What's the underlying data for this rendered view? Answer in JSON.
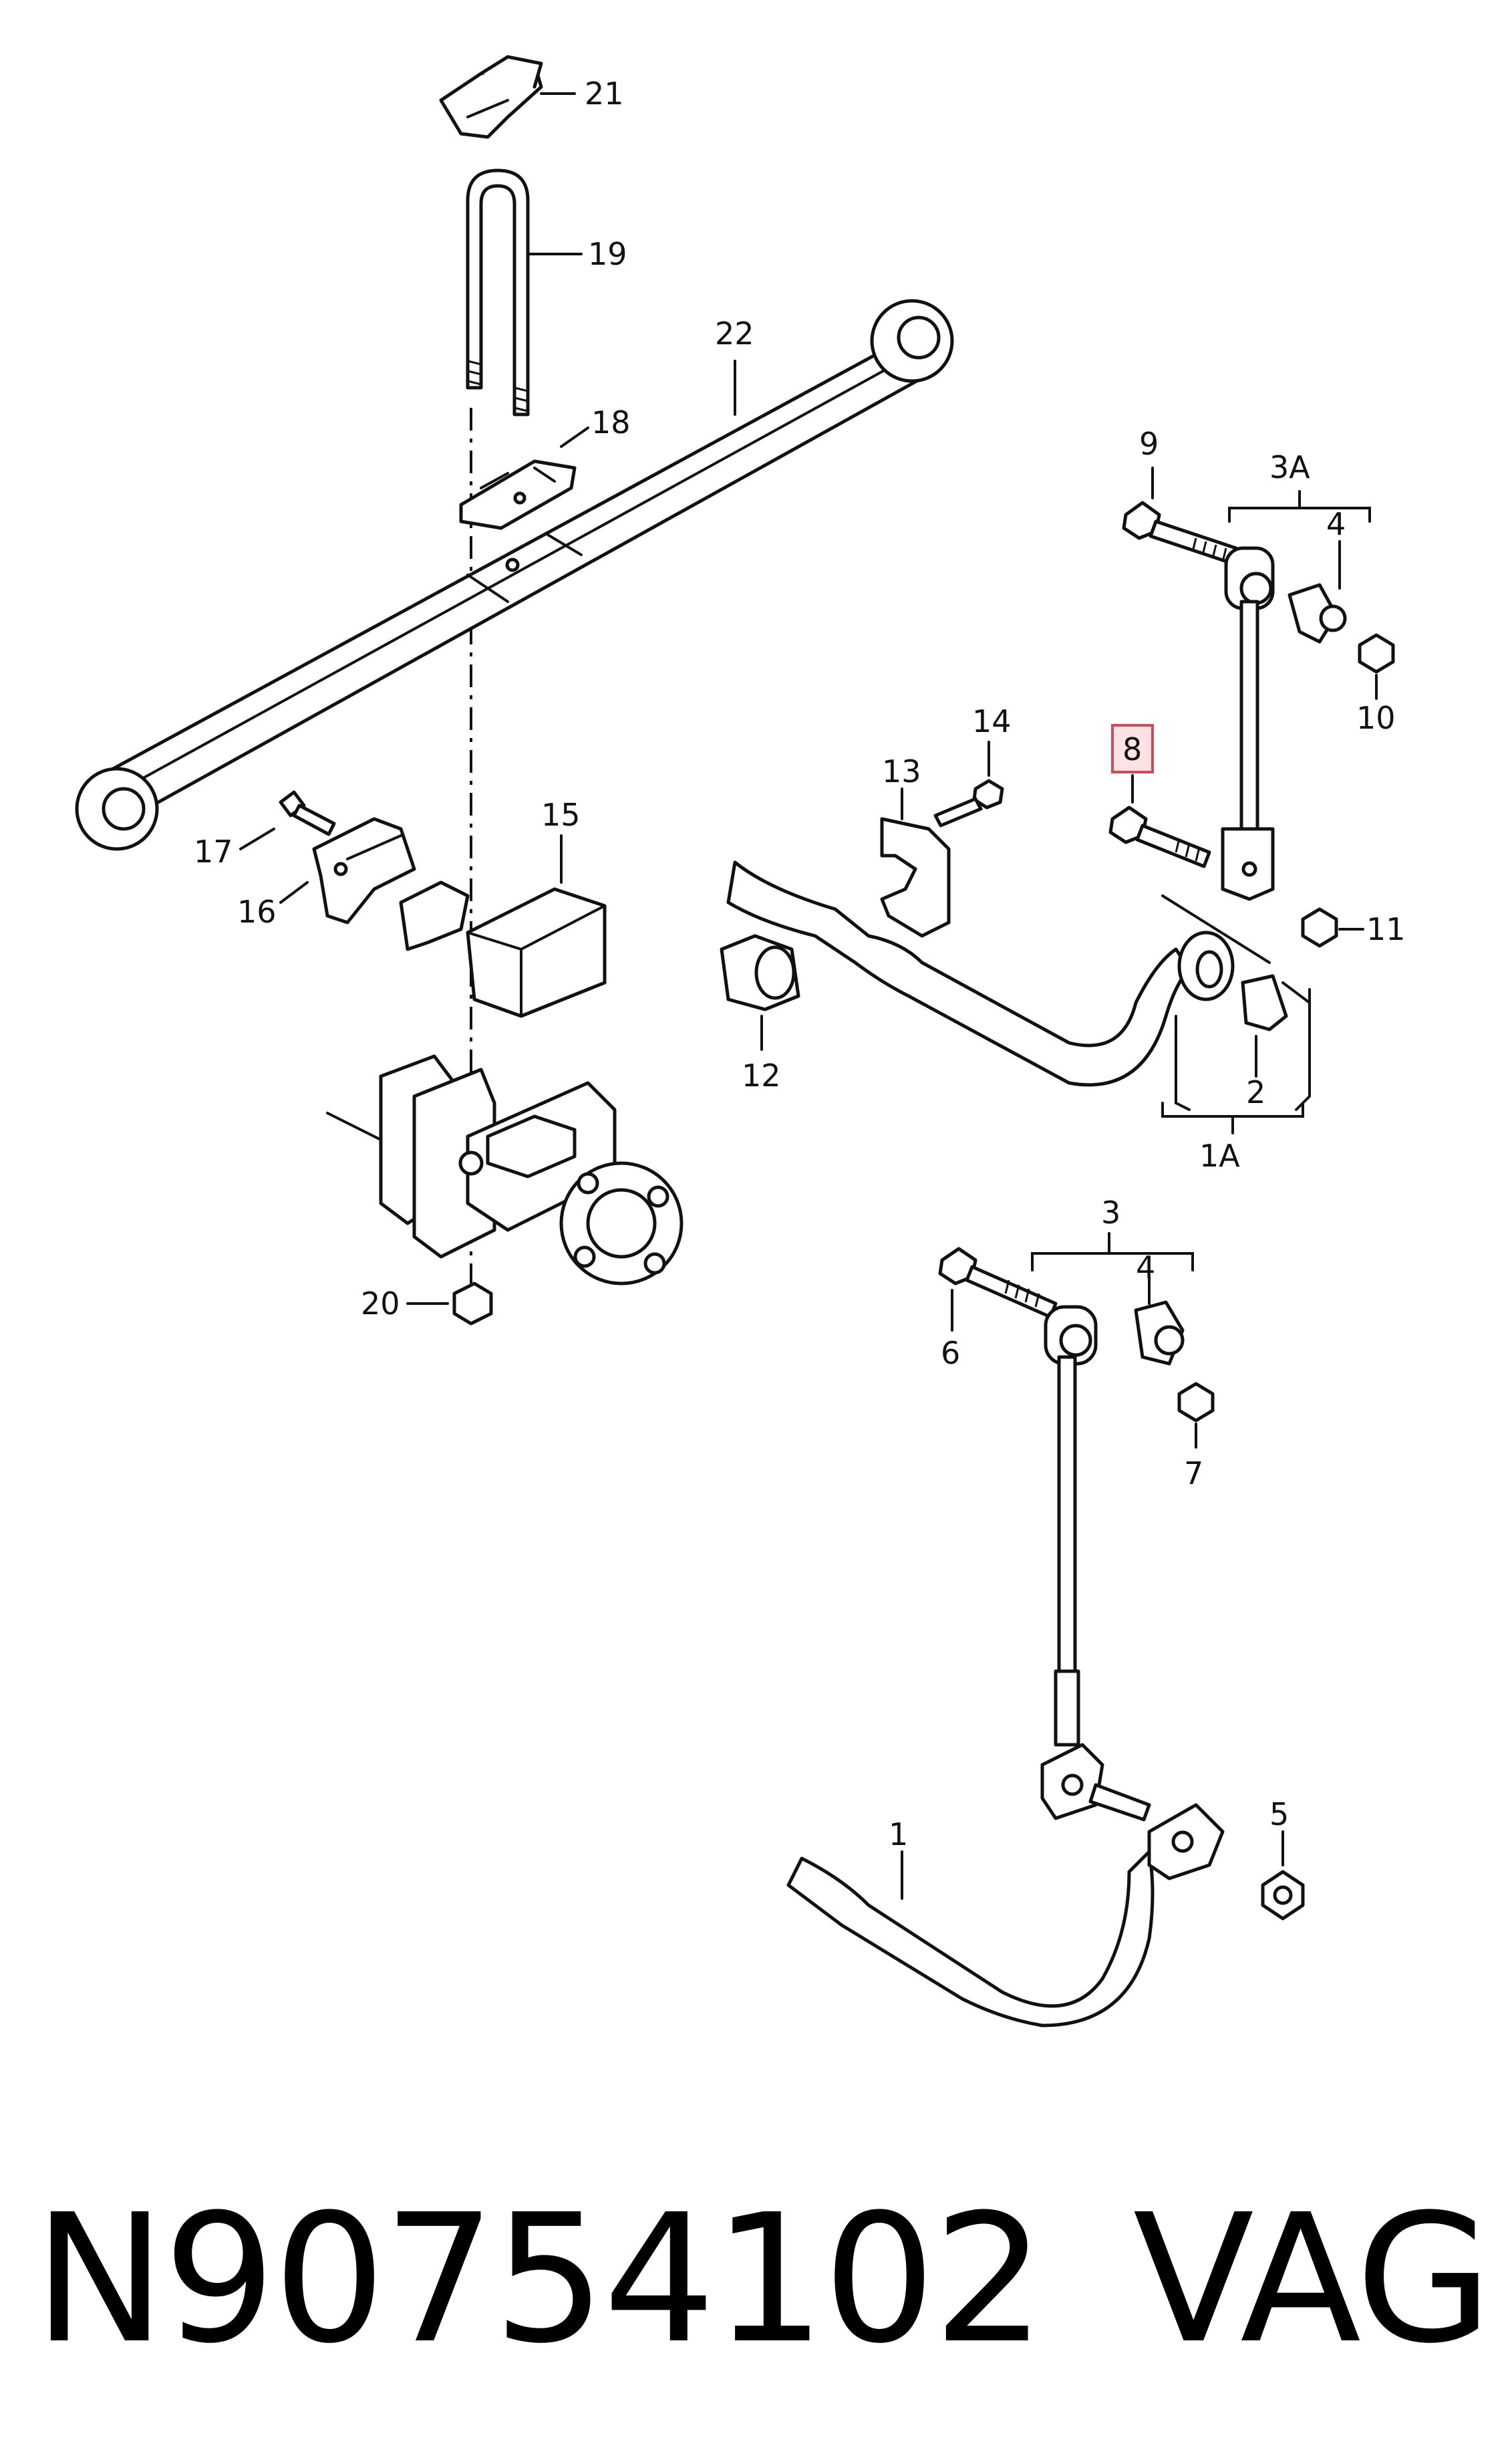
{
  "diagram": {
    "callouts": {
      "c1": "1",
      "c1A": "1A",
      "c2": "2",
      "c3": "3",
      "c3A": "3A",
      "c4a": "4",
      "c4b": "4",
      "c5": "5",
      "c6": "6",
      "c7": "7",
      "c8": "8",
      "c9": "9",
      "c10": "10",
      "c11": "11",
      "c12": "12",
      "c13": "13",
      "c14": "14",
      "c15": "15",
      "c16": "16",
      "c17": "17",
      "c18": "18",
      "c19": "19",
      "c20": "20",
      "c21": "21",
      "c22": "22"
    },
    "highlighted_callout": "8",
    "highlight_color": "#d04a5a"
  },
  "caption": {
    "part_number": "N90754102",
    "brand": "VAG"
  }
}
